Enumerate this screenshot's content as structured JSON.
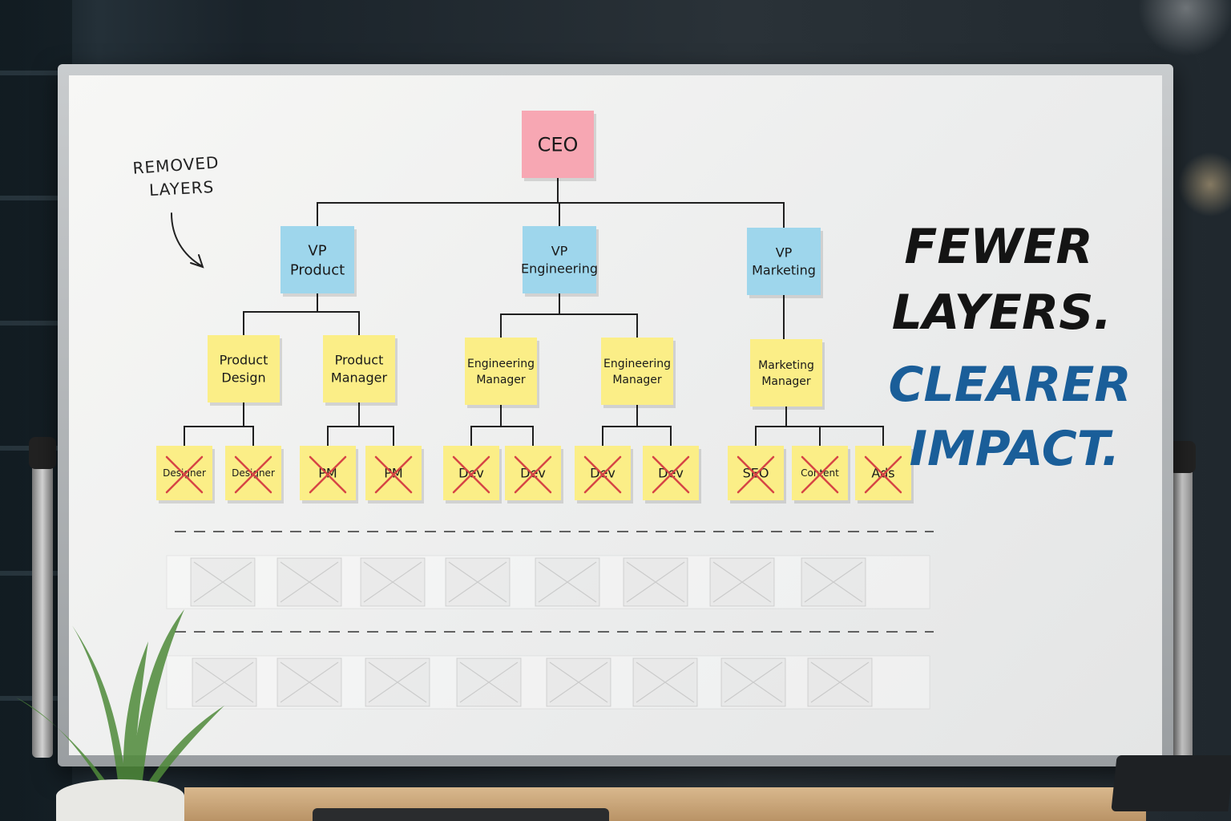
{
  "annotation": {
    "line1": "REMOVED",
    "line2": "LAYERS"
  },
  "tagline": {
    "line1": "FEWER",
    "line2": "LAYERS.",
    "line3": "CLEARER",
    "line4": "IMPACT."
  },
  "colors": {
    "pink": "#f7a7b3",
    "blue": "#9ed6ec",
    "yellow": "#fbee87",
    "ink": "#1a1a1a",
    "cross": "#d64545",
    "accent_blue": "#1a5e99"
  },
  "org": {
    "ceo": {
      "line1": "CEO"
    },
    "vps": [
      {
        "line1": "VP",
        "line2": "Product"
      },
      {
        "line1": "VP",
        "line2": "Engineering"
      },
      {
        "line1": "VP",
        "line2": "Marketing"
      }
    ],
    "managers": [
      {
        "line1": "Product",
        "line2": "Design"
      },
      {
        "line1": "Product",
        "line2": "Manager"
      },
      {
        "line1": "Engineering",
        "line2": "Manager"
      },
      {
        "line1": "Engineering",
        "line2": "Manager"
      },
      {
        "line1": "Marketing",
        "line2": "Manager"
      }
    ],
    "removed": [
      {
        "label": "Designer"
      },
      {
        "label": "Designer"
      },
      {
        "label": "PM"
      },
      {
        "label": "PM"
      },
      {
        "label": "Dev"
      },
      {
        "label": "Dev"
      },
      {
        "label": "Dev"
      },
      {
        "label": "Dev"
      },
      {
        "label": "SEO"
      },
      {
        "label": "Content"
      },
      {
        "label": "Ads"
      }
    ]
  }
}
